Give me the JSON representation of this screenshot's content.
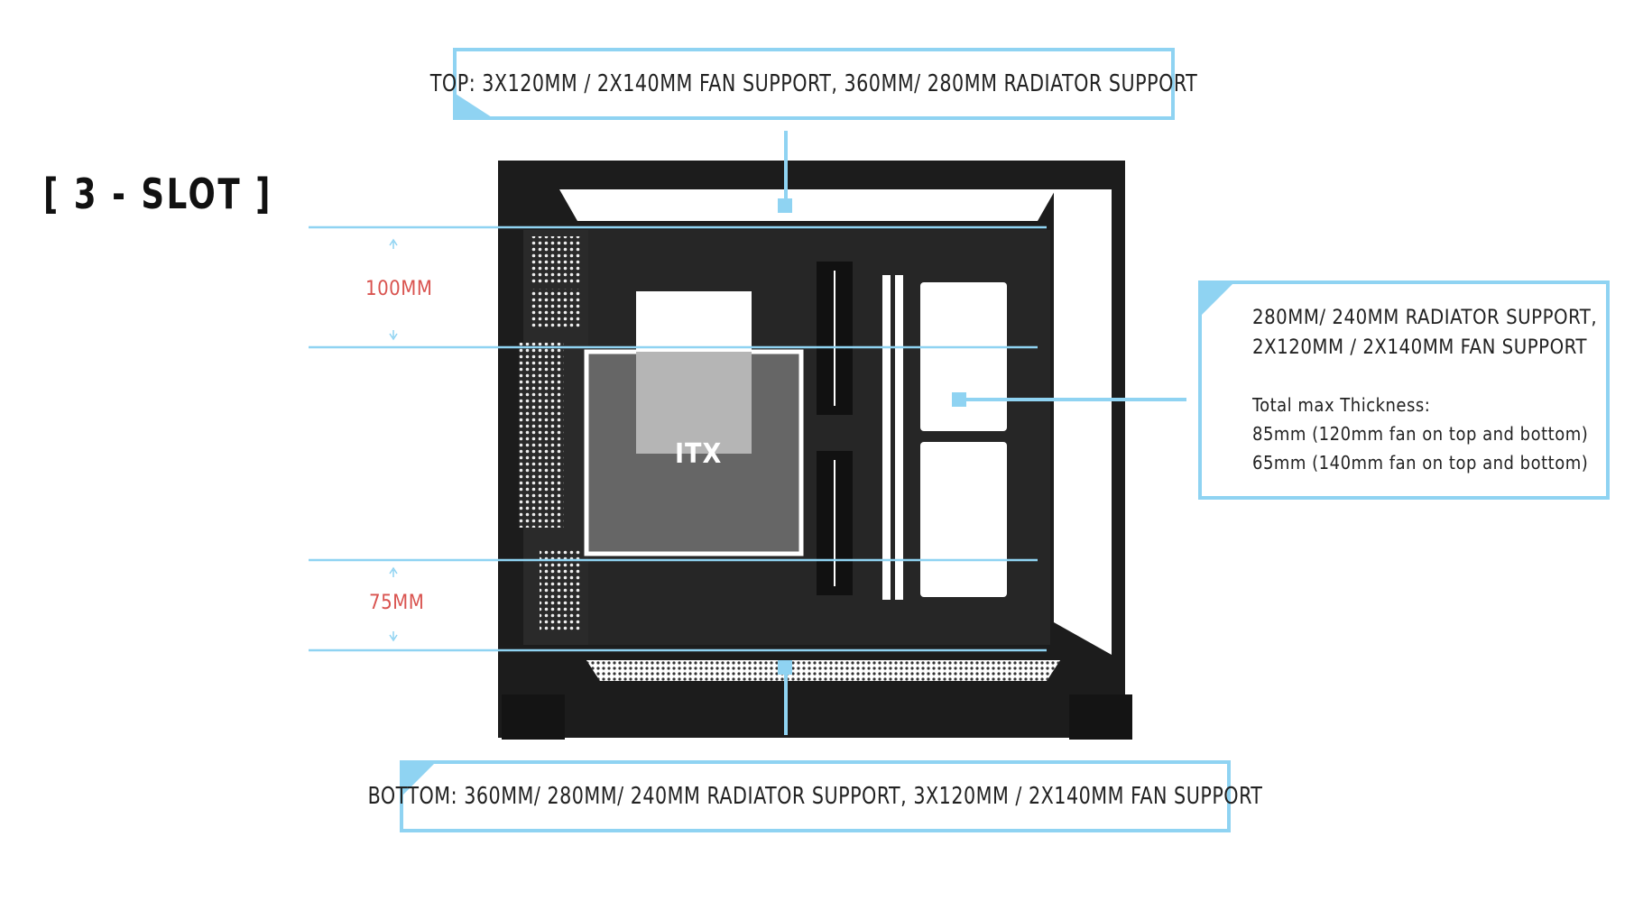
{
  "slot_title": "[ 3 - SLOT ]",
  "top_callout": "TOP: 3X120MM / 2X140MM FAN SUPPORT, 360MM/ 280MM RADIATOR SUPPORT",
  "bottom_callout": "BOTTOM: 360MM/ 280MM/ 240MM RADIATOR SUPPORT, 3X120MM / 2X140MM FAN SUPPORT",
  "side_callout": {
    "line1": "280MM/ 240MM RADIATOR SUPPORT,",
    "line2": "2X120MM / 2X140MM FAN SUPPORT",
    "thickness_title": "Total max Thickness:",
    "thickness_1": "85mm (120mm fan on top and bottom)",
    "thickness_2": "65mm (140mm fan on top and bottom)"
  },
  "dimensions": {
    "top_clearance": "100MM",
    "bottom_clearance": "75MM"
  },
  "motherboard_label": "ITX",
  "colors": {
    "accent": "#8fd3f2",
    "dimension": "#d9534f",
    "case": "#1c1c1c"
  }
}
